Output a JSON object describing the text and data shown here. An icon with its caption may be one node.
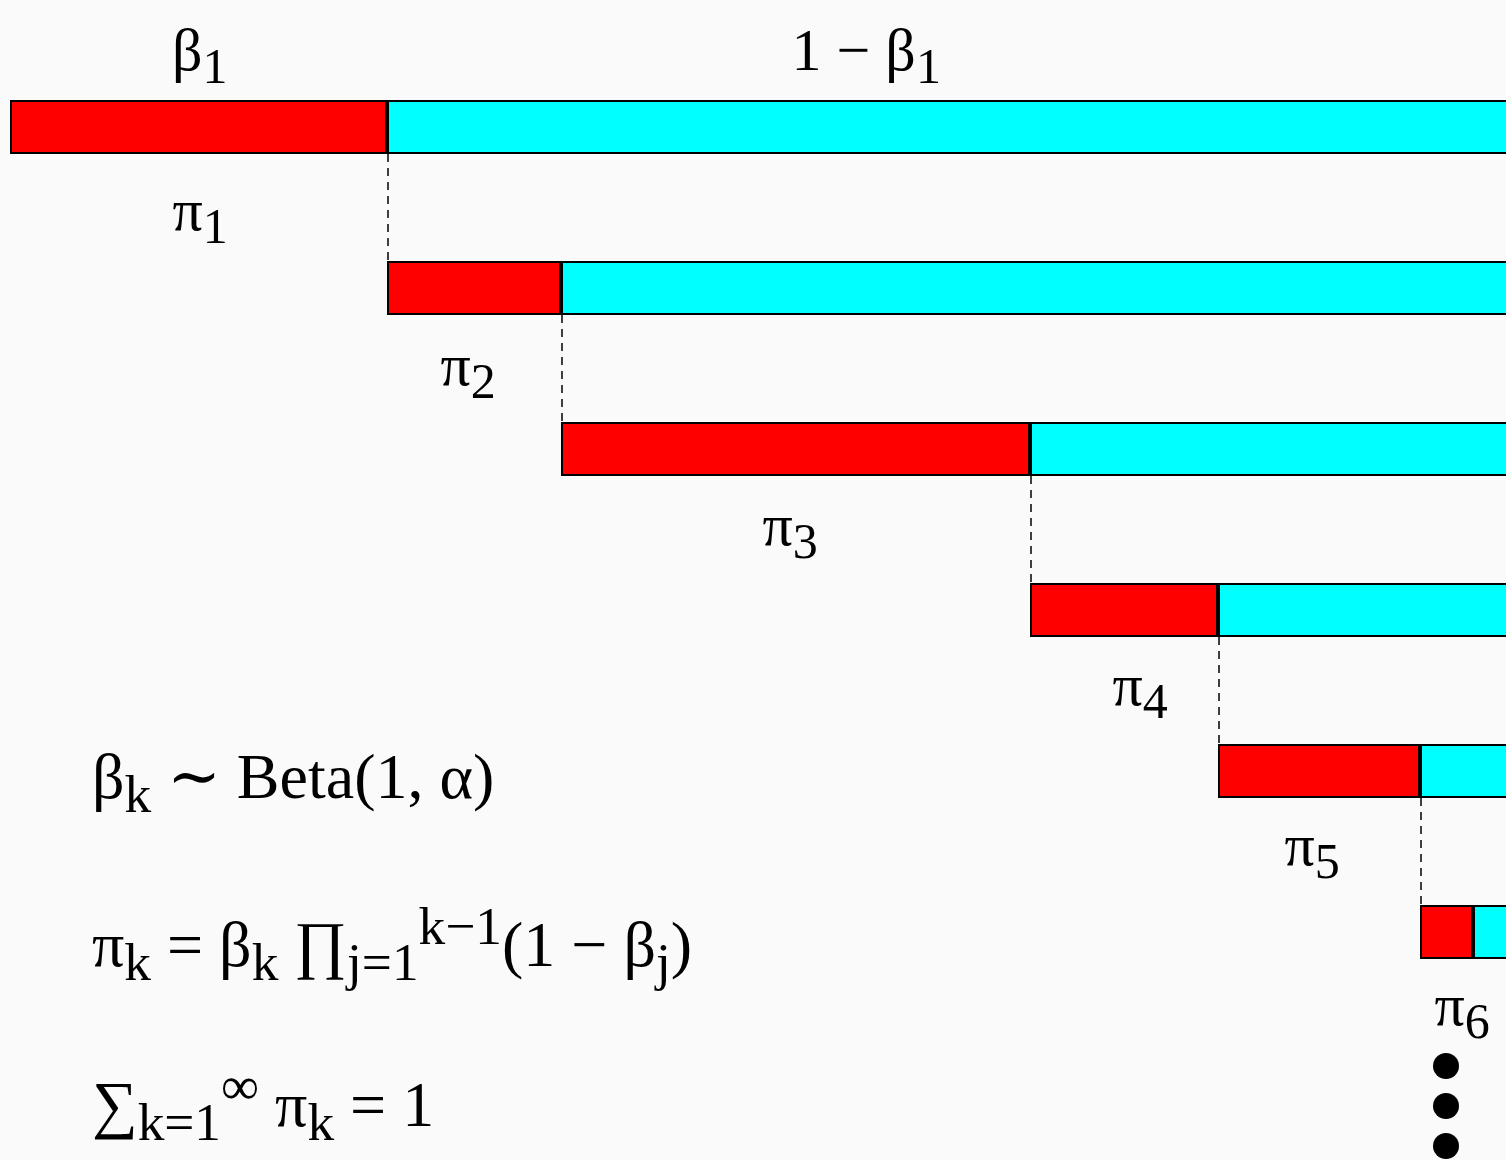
{
  "diagram": {
    "nodes": [
      {
        "text": [],
        "shape": "bar",
        "beside": [
          "β$_{1}$",
          "π$_{1}$"
        ]
      },
      {
        "text": [],
        "shape": "bar",
        "beside": [
          "1 − β$_{1}$"
        ]
      },
      {
        "text": [],
        "shape": "bar",
        "beside": [
          "π$_{2}$"
        ]
      },
      {
        "text": [],
        "shape": "bar"
      },
      {
        "text": [],
        "shape": "bar",
        "beside": [
          "π$_{3}$"
        ]
      },
      {
        "text": [],
        "shape": "bar"
      },
      {
        "text": [],
        "shape": "bar",
        "beside": [
          "π$_{4}$"
        ]
      },
      {
        "text": [],
        "shape": "bar"
      },
      {
        "text": [],
        "shape": "bar",
        "beside": [
          "π$_{5}$"
        ]
      },
      {
        "text": [],
        "shape": "bar"
      },
      {
        "text": [],
        "shape": "bar",
        "beside": [
          "π$_{6}$"
        ]
      },
      {
        "text": [],
        "shape": "bar"
      }
    ],
    "edges": [
      {
        "from": 1,
        "to": 2,
        "arrow": "none",
        "style": "dashed"
      },
      {
        "from": 3,
        "to": 4,
        "arrow": "none",
        "style": "dashed"
      },
      {
        "from": 5,
        "to": 6,
        "arrow": "none",
        "style": "dashed"
      },
      {
        "from": 7,
        "to": 8,
        "arrow": "none",
        "style": "dashed"
      },
      {
        "from": 9,
        "to": 10,
        "arrow": "none",
        "style": "dashed"
      }
    ],
    "labels": [
      "β$_{k}$ ∼ Beta(1, α)",
      "π$_{k}$ = β$_{k}$ ∏$_{j=1}$$^{k−1}$(1 − β$_{j}$)",
      "∑$_{k=1}$$^{∞}$ π$_{k}$ = 1"
    ]
  }
}
